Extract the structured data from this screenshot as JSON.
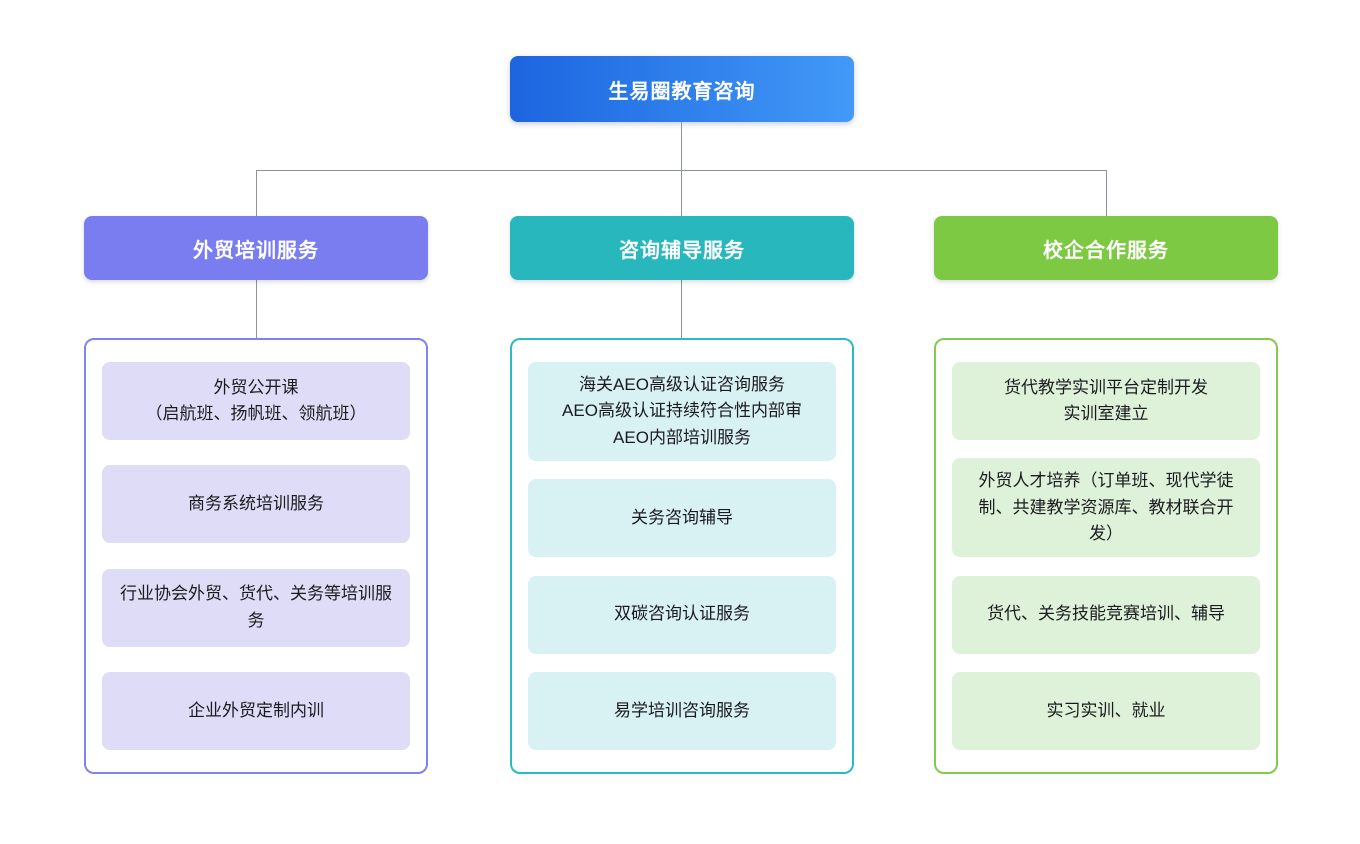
{
  "diagram": {
    "root": {
      "label": "生易圈教育咨询",
      "gradient_from": "#1C65E0",
      "gradient_to": "#4299F7"
    },
    "connector_color": "#8D929B",
    "branches": [
      {
        "label": "外贸培训服务",
        "header_color": "#7A7DF0",
        "border_color": "#7F83F1",
        "item_bg": "#DEDCF7",
        "items": [
          {
            "text": "外贸公开课\n（启航班、扬帆班、领航班）"
          },
          {
            "text": "商务系统培训服务"
          },
          {
            "text": "行业协会外贸、货代、关务等培训服务"
          },
          {
            "text": "企业外贸定制内训"
          }
        ]
      },
      {
        "label": "咨询辅导服务",
        "header_color": "#29B7BE",
        "border_color": "#2BBCC3",
        "item_bg": "#D8F1F2",
        "items": [
          {
            "text": "海关AEO高级认证咨询服务\nAEO高级认证持续符合性内部审\nAEO内部培训服务"
          },
          {
            "text": "关务咨询辅导"
          },
          {
            "text": "双碳咨询认证服务"
          },
          {
            "text": "易学培训咨询服务"
          }
        ]
      },
      {
        "label": "校企合作服务",
        "header_color": "#7DC944",
        "border_color": "#82CB4E",
        "item_bg": "#DEF2D9",
        "items": [
          {
            "text": "货代教学实训平台定制开发\n实训室建立"
          },
          {
            "text": "外贸人才培养（订单班、现代学徒制、共建教学资源库、教材联合开发）"
          },
          {
            "text": "货代、关务技能竞赛培训、辅导"
          },
          {
            "text": "实习实训、就业"
          }
        ]
      }
    ]
  }
}
